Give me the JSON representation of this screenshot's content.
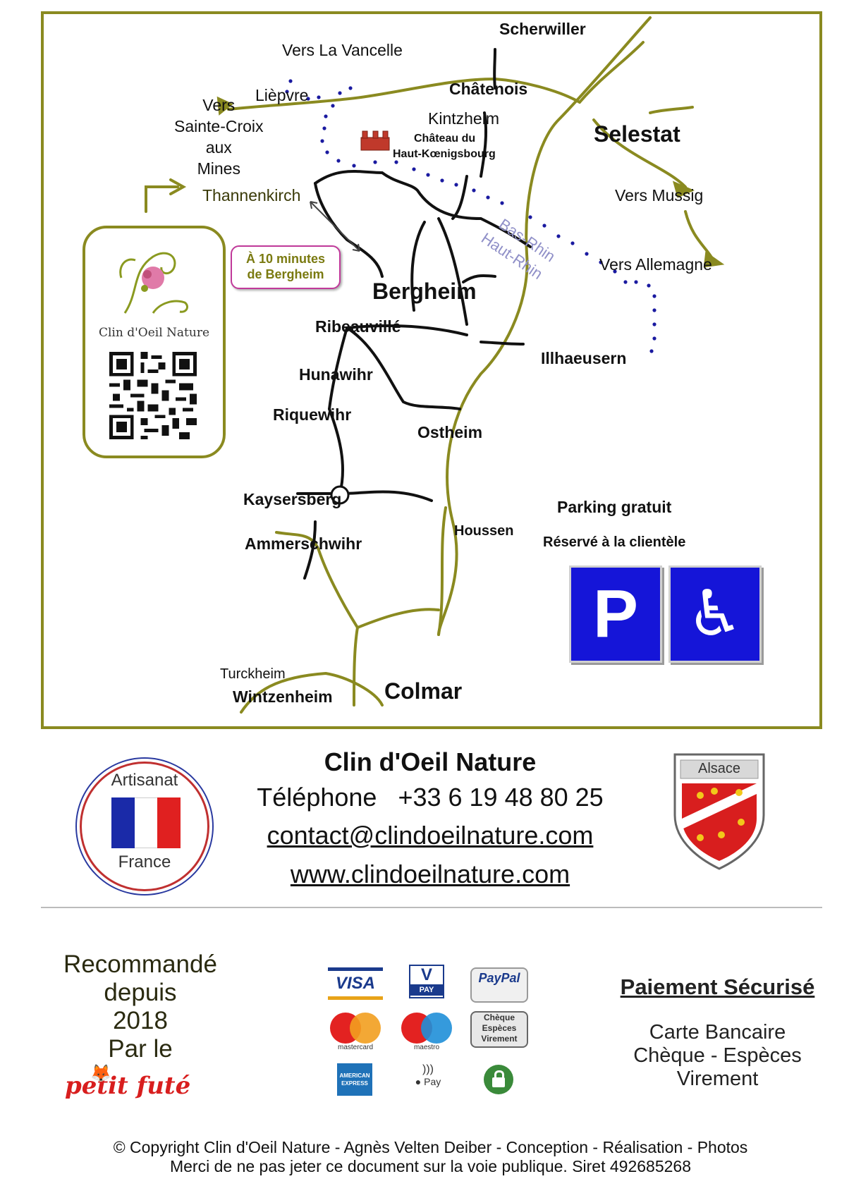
{
  "map": {
    "places": {
      "scherwiller": "Scherwiller",
      "vers_la_vancelle": "Vers La Vancelle",
      "liepvre": "Lièpvre",
      "chatenois": "Châtenois",
      "vers_sainte_croix": "Vers\nSainte-Croix\naux\nMines",
      "kintzheim": "Kintzheim",
      "chateau": "Château du",
      "chateau2": "Haut-Kœnigsbourg",
      "selestat": "Selestat",
      "thannenkirch": "Thannenkirch",
      "vers_mussig": "Vers Mussig",
      "bas_rhin": "Bas-Rhin",
      "haut_rhin": "Haut-Rhin",
      "vers_allemagne": "Vers Allemagne",
      "bergheim": "Bergheim",
      "ribeauville": "Ribeauvillé",
      "illhaeusern": "Illhaeusern",
      "hunawihr": "Hunawihr",
      "riquewihr": "Riquewihr",
      "ostheim": "Ostheim",
      "kaysersberg": "Kaysersberg",
      "houssen": "Houssen",
      "ammerschwihr": "Ammerschwihr",
      "turckheim": "Turckheim",
      "wintzenheim": "Wintzenheim",
      "colmar": "Colmar"
    },
    "distance_badge": "À 10 minutes\nde Bergheim",
    "logo_text": "Clin d'Oeil Nature",
    "parking": {
      "title": "Parking gratuit",
      "subtitle": "Réservé à la clientèle",
      "p_sign": "P",
      "accessible_sign": "♿"
    },
    "colors": {
      "road_main": "#8a8a20",
      "road_minor": "#111111",
      "border_dots": "#1a1aa0",
      "frame": "#8a8a20",
      "sign_blue": "#1515d8"
    }
  },
  "contact": {
    "name": "Clin d'Oeil Nature",
    "phone_label": "Téléphone",
    "phone": "+33 6 19 48 80 25",
    "email": "contact@clindoeilnature.com",
    "website": "www.clindoeilnature.com"
  },
  "badges": {
    "artisanat_top": "Artisanat",
    "artisanat_bottom": "France",
    "alsace": "Alsace"
  },
  "recommend": {
    "line1": "Recommandé",
    "line2": "depuis",
    "line3": "2018",
    "line4": "Par le",
    "brand": "petit futé"
  },
  "payment_icons": {
    "visa": "VISA",
    "vpay_v": "V",
    "vpay_pay": "PAY",
    "paypal": "PayPal",
    "mastercard": "mastercard",
    "maestro": "maestro",
    "cheque_lines": [
      "Chèque",
      "Espèces",
      "Virement"
    ],
    "amex": "AMERICAN EXPRESS",
    "applepay": "Pay"
  },
  "payment": {
    "title": "Paiement Sécurisé",
    "line1": "Carte Bancaire",
    "line2": "Chèque - Espèces",
    "line3": "Virement"
  },
  "footer": {
    "line1": "© Copyright Clin d'Oeil Nature - Agnès Velten Deiber - Conception - Réalisation - Photos",
    "line2": "Merci de ne pas jeter ce document sur la voie publique. Siret 492685268"
  }
}
